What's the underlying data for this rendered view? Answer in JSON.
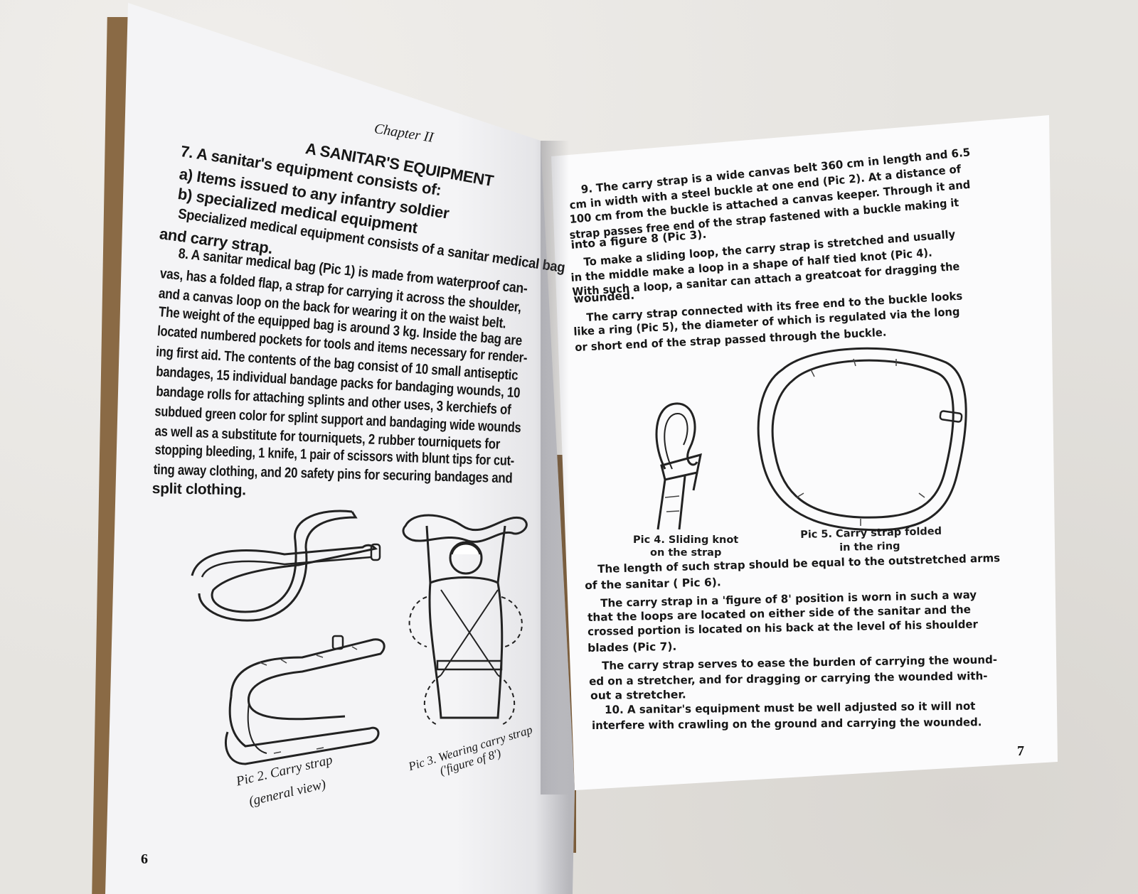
{
  "left_page": {
    "chapter": "Chapter II",
    "section_title": "A SANITAR'S EQUIPMENT",
    "lines": [
      "7. A sanitar's equipment consists of:",
      "a) Items issued to any infantry soldier",
      "b) specialized medical equipment",
      "Specialized medical equipment consists of a sanitar medical bag",
      "and carry strap.",
      "8. A sanitar medical bag (Pic 1) is made from waterproof can-",
      "vas, has a folded flap, a strap for carrying it across the shoulder,",
      "and a canvas loop on the back for wearing it on the waist belt.",
      "The weight of the equipped bag is around 3 kg. Inside the bag are",
      "located numbered pockets for tools and items necessary for render-",
      "ing first aid. The contents of the bag consist of 10 small antiseptic",
      "bandages, 15 individual bandage packs for bandaging wounds, 10",
      "bandage rolls for attaching splints and other uses, 3 kerchiefs of",
      "subdued green color for splint support and bandaging wide wounds",
      "as well as a substitute for tourniquets, 2 rubber tourniquets for",
      "stopping bleeding, 1 knife, 1 pair of scissors with blunt tips for cut-",
      "ting away clothing, and 20 safety pins for securing bandages and",
      "split clothing."
    ],
    "caption_pic2": [
      "Pic 2. Carry strap",
      "(general view)"
    ],
    "caption_pic3": [
      "Pic 3. Wearing carry strap",
      "('figure of 8')"
    ],
    "page_number": "6"
  },
  "right_page": {
    "para9_lines": [
      "9. The carry strap is a wide canvas belt 360 cm in length and 6.5",
      "cm in width with a steel buckle at one end (Pic 2). At a distance of",
      "100 cm from the buckle is attached a canvas keeper. Through it and",
      "strap passes free end of the strap fastened with a buckle making it",
      "into a figure 8 (Pic 3).",
      "To make a sliding loop, the carry strap is stretched and usually",
      "in the middle make a loop in a shape of half tied knot (Pic 4).",
      "With such a loop, a sanitar can attach a greatcoat for dragging the",
      "wounded.",
      "The carry strap connected with its free end to the buckle looks",
      "like a ring (Pic 5), the diameter of which is regulated via the long",
      "or short end of the strap passed through the buckle."
    ],
    "caption_pic4": [
      "Pic 4. Sliding knot",
      "on the strap"
    ],
    "caption_pic5": [
      "Pic 5. Carry strap folded",
      "in the ring"
    ],
    "lower_lines": [
      "The length of such strap should be equal to the outstretched arms",
      "of the sanitar ( Pic 6).",
      "The carry strap in a 'figure of 8' position is worn in such a way",
      "that the loops are located on either side of the sanitar and the",
      "crossed portion is located on his back at the level of his shoulder",
      "blades (Pic 7).",
      "The carry strap serves to ease the burden of carrying the wound-",
      "ed on a stretcher, and for dragging or carrying the wounded with-",
      "out a stretcher.",
      "10. A sanitar's equipment must be well adjusted so it will not",
      "interfere with crawling on the ground and carrying the wounded."
    ],
    "page_number": "7"
  }
}
